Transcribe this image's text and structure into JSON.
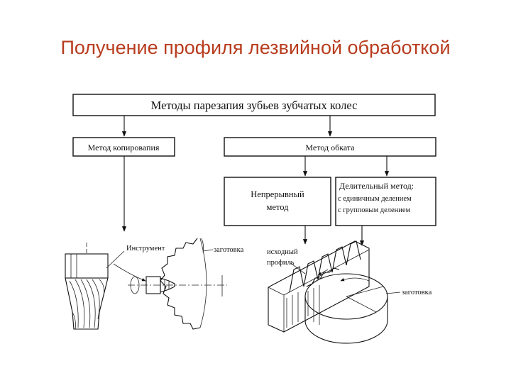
{
  "title": "Получение профиля лезвийной обработкой",
  "colors": {
    "title": "#b83c1e",
    "ink": "#111111"
  },
  "diagram": {
    "header": "Методы парезапия зубьев зубчатых колес",
    "copying_method": "Метод копировапия",
    "rolling_method": "Метод обката",
    "continuous_method": [
      "Непрерывный",
      "метод"
    ],
    "indexing_method": [
      "Делительный метод:",
      "с единичным делением",
      "с групповым делением"
    ],
    "labels": {
      "tool": "Инструмент",
      "blank_left": "заготовка",
      "source_profile": [
        "исходный",
        "профиль"
      ],
      "blank_right": "заготовка"
    }
  }
}
